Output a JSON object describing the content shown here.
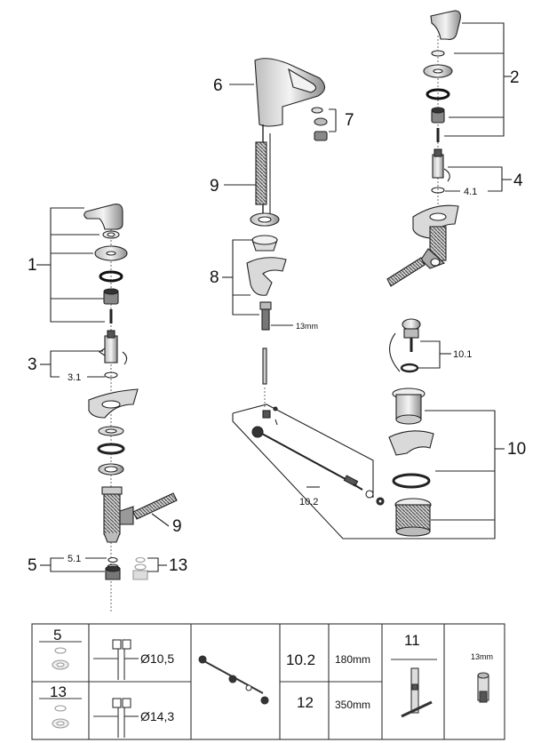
{
  "callouts": {
    "c1": "1",
    "c2": "2",
    "c3": "3",
    "c3_1": "3.1",
    "c4": "4",
    "c4_1": "4.1",
    "c5": "5",
    "c5_1": "5.1",
    "c6": "6",
    "c7": "7",
    "c8": "8",
    "c9_left": "9",
    "c9_center": "9",
    "c10": "10",
    "c10_1": "10.1",
    "c10_2": "10.2",
    "c13": "13",
    "wrench_size": "13mm"
  },
  "table": {
    "row1_part": "5",
    "row2_part": "13",
    "dia1": "Ø10,5",
    "dia2": "Ø14,3",
    "rod_part_a": "10.2",
    "rod_len_a": "180mm",
    "rod_part_b": "12",
    "rod_len_b": "350mm",
    "tool_part": "11",
    "tool_size": "13mm"
  },
  "colors": {
    "line": "#222222",
    "part_fill": "#d9d9d9",
    "part_dark": "#555555",
    "frame": "#333333"
  }
}
